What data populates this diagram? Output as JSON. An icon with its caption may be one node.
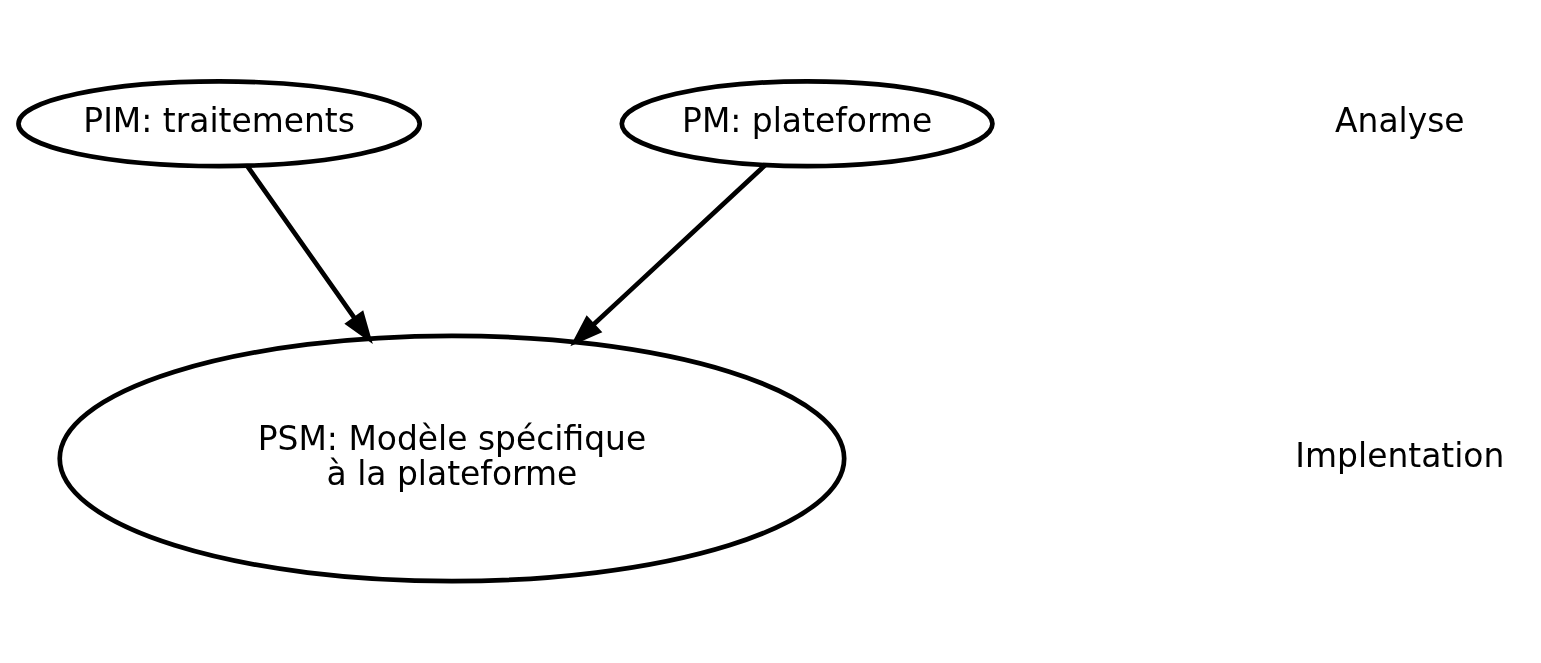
{
  "diagram": {
    "nodes": [
      {
        "text": [
          "PIM: traitements"
        ]
      },
      {
        "text": [
          "PM: plateforme"
        ]
      },
      {
        "text": [
          "PSM: Modèle spécifique à la plateforme"
        ]
      }
    ],
    "edges": [
      {
        "from": 0,
        "to": 2,
        "arrow": "to"
      },
      {
        "from": 1,
        "to": 2,
        "arrow": "to"
      }
    ],
    "labels": [
      "Analyse",
      "Implentation"
    ]
  }
}
